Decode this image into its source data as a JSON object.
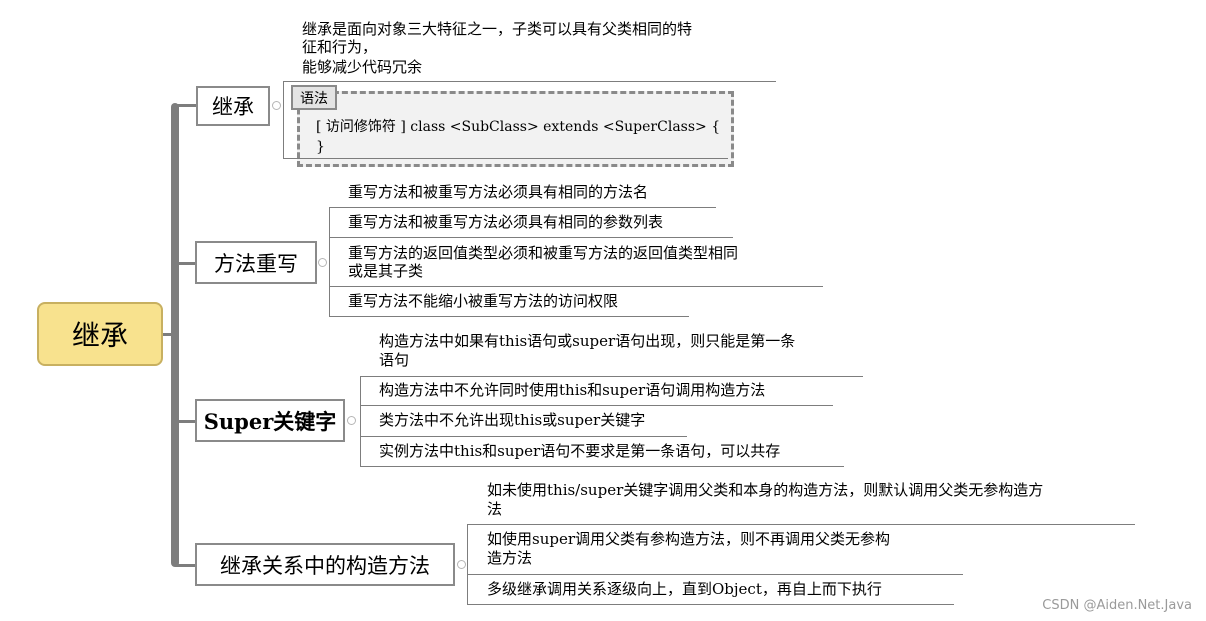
{
  "root": {
    "label": "继承"
  },
  "branches": [
    {
      "label": "继承",
      "leaves": [
        "继承是面向对象三大特征之一，子类可以具有父类相同的特",
        "征和行为，",
        "能够减少代码冗余"
      ],
      "syntax": {
        "tag": "语法",
        "line1": "[ 访问修饰符 ] class <SubClass> extends <SuperClass> {",
        "line2": "}"
      }
    },
    {
      "label": "方法重写",
      "leaves": [
        "重写方法和被重写方法必须具有相同的方法名",
        "重写方法和被重写方法必须具有相同的参数列表",
        "重写方法的返回值类型必须和被重写方法的返回值类型相同",
        "或是其子类",
        "重写方法不能缩小被重写方法的访问权限"
      ]
    },
    {
      "label": "Super关键字",
      "leaves": [
        "构造方法中如果有this语句或super语句出现，则只能是第一条",
        "语句",
        "构造方法中不允许同时使用this和super语句调用构造方法",
        "类方法中不允许出现this或super关键字",
        "实例方法中this和super语句不要求是第一条语句，可以共存"
      ]
    },
    {
      "label": "继承关系中的构造方法",
      "leaves": [
        "如未使用this/super关键字调用父类和本身的构造方法，则默认调用父类无参构造方",
        "法",
        "如使用super调用父类有参构造方法，则不再调用父类无参构",
        "造方法",
        "多级继承调用关系逐级向上，直到Object，再自上而下执行"
      ]
    }
  ],
  "watermark": "CSDN @Aiden.Net.Java"
}
